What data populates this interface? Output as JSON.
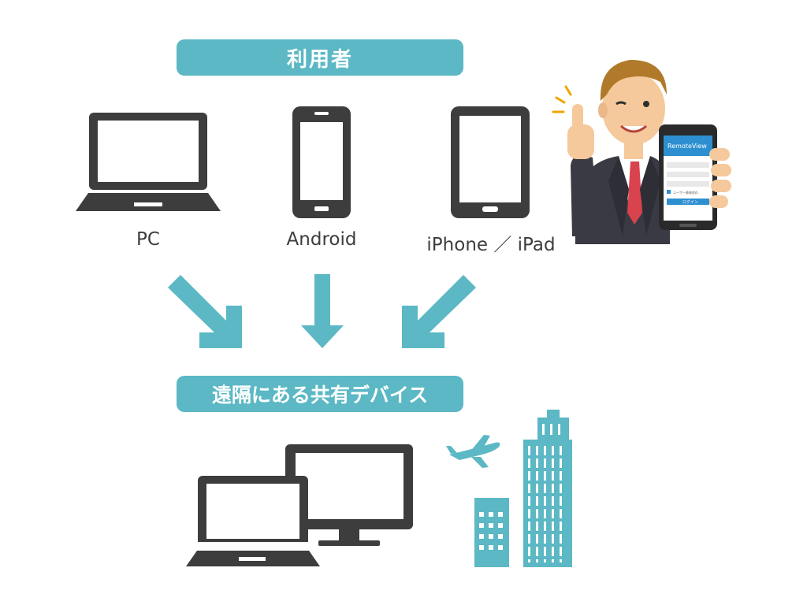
{
  "header_pill": {
    "text": "利用者"
  },
  "devices": [
    {
      "label": "PC",
      "icon": "laptop-icon"
    },
    {
      "label": "Android",
      "icon": "android-phone-icon"
    },
    {
      "label": "iPhone ／ iPad",
      "icon": "tablet-icon"
    }
  ],
  "target_pill": {
    "text": "遠隔にある共有デバイス"
  },
  "phone_app": {
    "brand": "RemoteView",
    "login_label": "ログイン",
    "checkbox_label": "ユーザー情報保存"
  },
  "colors": {
    "accent": "#5bb8c4",
    "icon_dark": "#3d3d3d",
    "building": "#5bb8c4",
    "tie": "#d9434e"
  }
}
